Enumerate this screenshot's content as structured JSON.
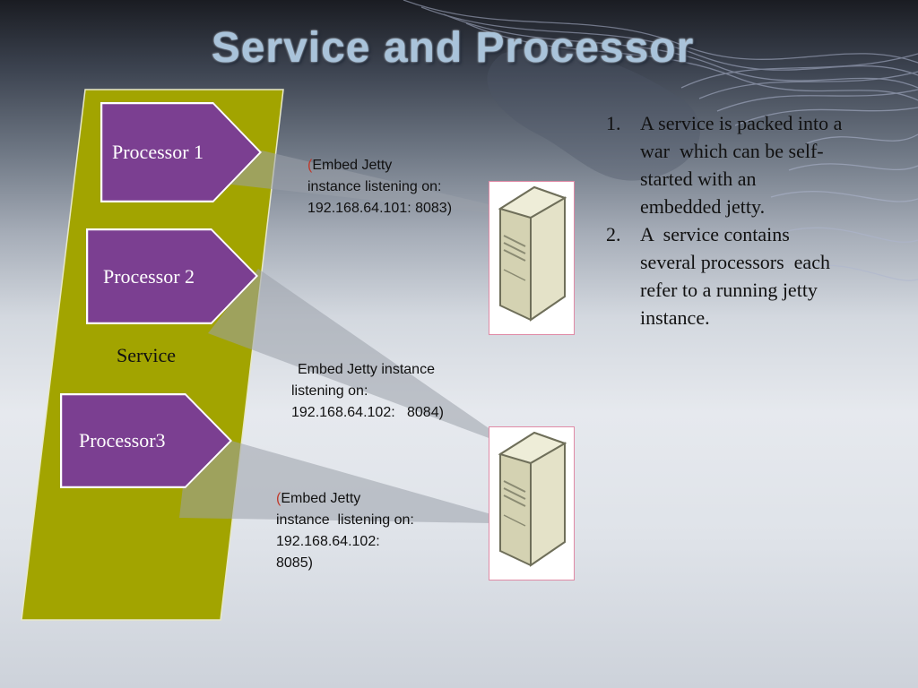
{
  "title": "Service and Processor",
  "service": {
    "label": "Service",
    "color": "#a2a400",
    "processors": [
      {
        "label": "Processor 1"
      },
      {
        "label": "Processor 2"
      },
      {
        "label": "Processor3"
      }
    ]
  },
  "processor_color": "#7b3f91",
  "endpoints": [
    {
      "paren": "(",
      "lines": [
        "Embed Jetty",
        "instance listening on:",
        "192.168.64.101: 8083)"
      ]
    },
    {
      "paren": "",
      "lines": [
        "Embed Jetty instance",
        "listening on:",
        "192.168.64.102:   8084)"
      ]
    },
    {
      "paren": "(",
      "lines": [
        "Embed Jetty",
        "instance  listening on:",
        "192.168.64.102:",
        "8085)"
      ]
    }
  ],
  "servers": [
    {
      "icon": "server-tower-icon"
    },
    {
      "icon": "server-tower-icon"
    }
  ],
  "notes": [
    {
      "number": "1.",
      "lines": [
        "A service is packed into a",
        "war  which can be self-",
        "started with an",
        "embedded jetty."
      ]
    },
    {
      "number": "2.",
      "lines": [
        "A  service contains",
        "several processors  each",
        "refer to a running jetty",
        "instance."
      ]
    }
  ]
}
